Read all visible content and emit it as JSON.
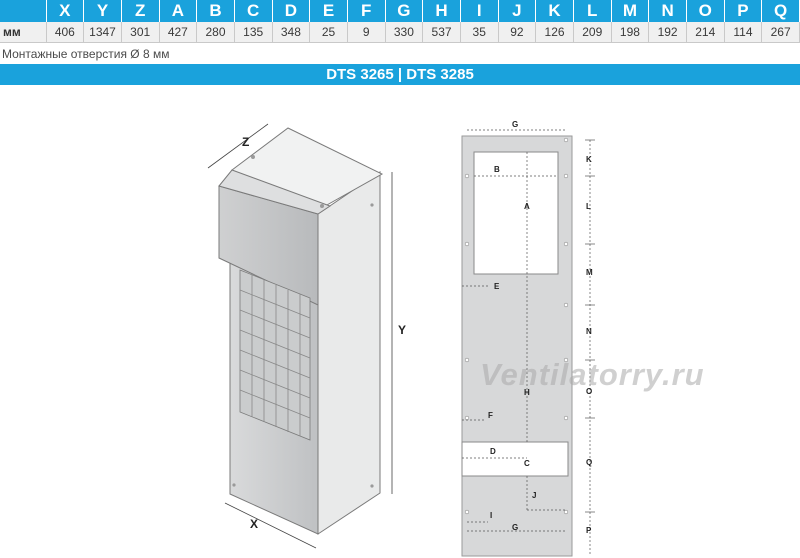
{
  "dimensions_table": {
    "letters": [
      "X",
      "Y",
      "Z",
      "A",
      "B",
      "C",
      "D",
      "E",
      "F",
      "G",
      "H",
      "I",
      "J",
      "K",
      "L",
      "M",
      "N",
      "O",
      "P",
      "Q"
    ],
    "unit": "мм",
    "values": [
      "406",
      "1347",
      "301",
      "427",
      "280",
      "135",
      "348",
      "25",
      "9",
      "330",
      "537",
      "35",
      "92",
      "126",
      "209",
      "198",
      "192",
      "214",
      "114",
      "267"
    ]
  },
  "mounting_note": "Монтажные отверстия Ø 8 мм",
  "model_title": "DTS 3265 | DTS 3285",
  "iso_labels": {
    "z": "Z",
    "y": "Y",
    "x": "X"
  },
  "plan_labels": {
    "g_top": "G",
    "b": "B",
    "a": "A",
    "e": "E",
    "h": "H",
    "f": "F",
    "d": "D",
    "c": "C",
    "j": "J",
    "i": "I",
    "g_bottom": "G",
    "k": "K",
    "l": "L",
    "m": "M",
    "n": "N",
    "o": "O",
    "q": "Q",
    "p": "P"
  },
  "watermark": "Ventilatorry.ru"
}
